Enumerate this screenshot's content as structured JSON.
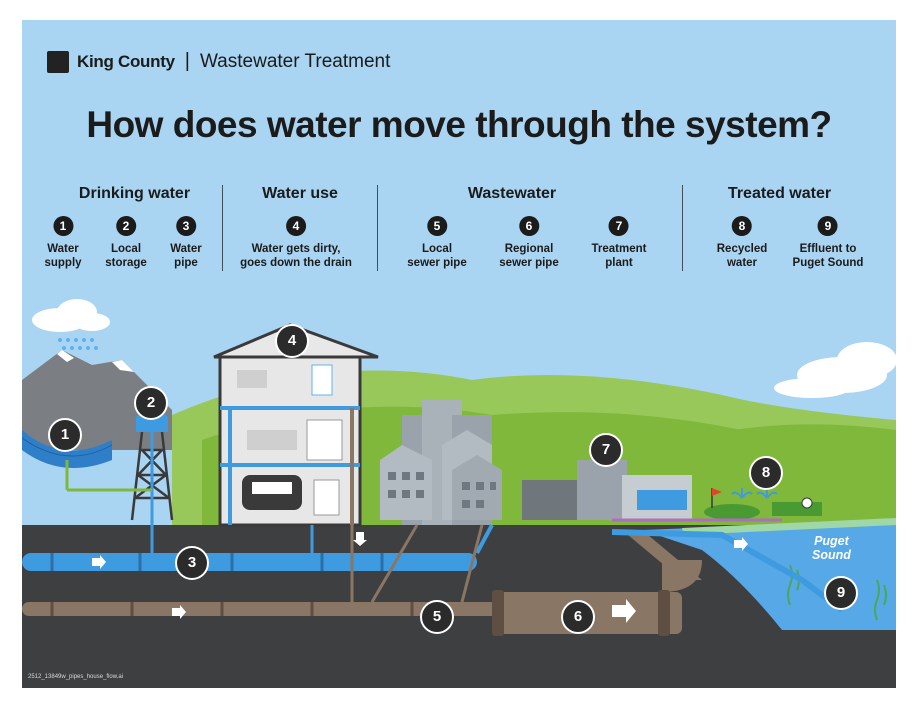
{
  "header": {
    "logo_text": "King County",
    "separator": "|",
    "subtitle": "Wastewater Treatment",
    "title": "How does water move through the system?"
  },
  "categories": [
    {
      "label": "Drinking water"
    },
    {
      "label": "Water use"
    },
    {
      "label": "Wastewater"
    },
    {
      "label": "Treated water"
    }
  ],
  "steps": [
    {
      "num": "1",
      "line1": "Water",
      "line2": "supply"
    },
    {
      "num": "2",
      "line1": "Local",
      "line2": "storage"
    },
    {
      "num": "3",
      "line1": "Water",
      "line2": "pipe"
    },
    {
      "num": "4",
      "line1": "Water gets dirty,",
      "line2": "goes down the drain"
    },
    {
      "num": "5",
      "line1": "Local",
      "line2": "sewer pipe"
    },
    {
      "num": "6",
      "line1": "Regional",
      "line2": "sewer pipe"
    },
    {
      "num": "7",
      "line1": "Treatment",
      "line2": "plant"
    },
    {
      "num": "8",
      "line1": "Recycled",
      "line2": "water"
    },
    {
      "num": "9",
      "line1": "Effluent to",
      "line2": "Puget Sound"
    }
  ],
  "scene": {
    "sound_label_1": "Puget",
    "sound_label_2": "Sound",
    "file_id": "2512_13849w_pipes_house_flow.ai"
  },
  "colors": {
    "sky": "#a9d4f2",
    "ground": "#3e3f41",
    "water_pipe": "#3f9be0",
    "sewer_pipe": "#8a7664",
    "hills": "#7fb83a",
    "badge": "#2b2b2b"
  }
}
